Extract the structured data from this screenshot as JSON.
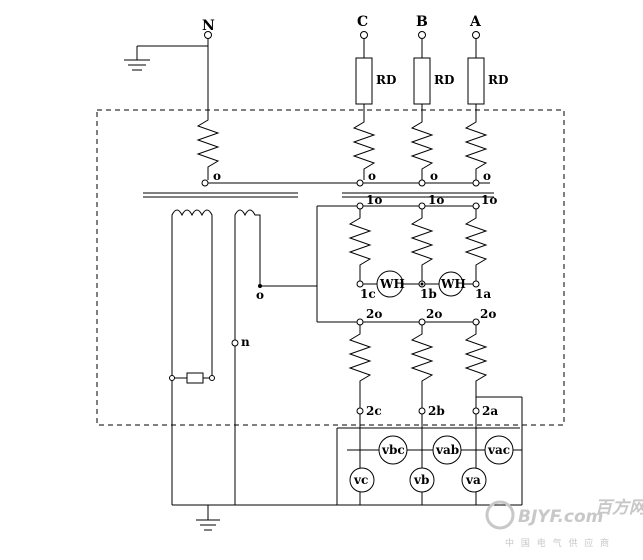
{
  "terminals": {
    "neutral": "N",
    "phase_c": "C",
    "phase_b": "B",
    "phase_a": "A",
    "common": "o",
    "n": "n"
  },
  "fuses": [
    "RD",
    "RD",
    "RD"
  ],
  "primary_taps": [
    "o",
    "o",
    "o",
    "o"
  ],
  "winding1": {
    "top": [
      "1o",
      "1o",
      "1o"
    ],
    "bottom": [
      "1c",
      "1b",
      "1a"
    ]
  },
  "winding2": {
    "top": [
      "2o",
      "2o",
      "2o"
    ],
    "bottom": [
      "2c",
      "2b",
      "2a"
    ]
  },
  "meters": {
    "watt": [
      "WH",
      "WH"
    ],
    "line_volt": [
      "vbc",
      "vab",
      "vac"
    ],
    "phase_volt": [
      "vc",
      "vb",
      "va"
    ]
  },
  "watermark": {
    "brand": "BJYF.com",
    "brand_cn": "百方网",
    "slogan": "中 国 电 气 供 应 商"
  },
  "colors": {
    "line": "#000000",
    "watermark": "#c8c8c8"
  }
}
